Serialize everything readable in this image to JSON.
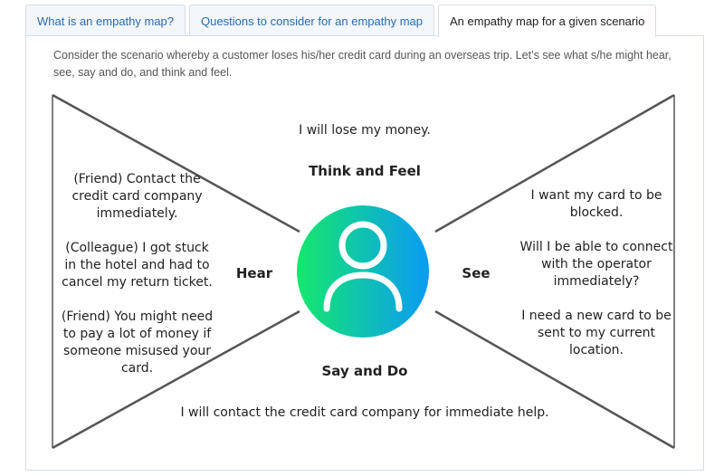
{
  "tabs": [
    {
      "label": "What is an empathy map?"
    },
    {
      "label": "Questions to consider for an empathy map"
    },
    {
      "label": "An empathy map for a given scenario"
    }
  ],
  "intro": "Consider the scenario whereby a customer loses his/her credit card during an overseas trip. Let’s see what s/he might hear, see, say and do, and think and feel.",
  "empathy_map": {
    "think_feel": {
      "heading": "Think and Feel",
      "items": [
        "I will lose my money."
      ]
    },
    "hear": {
      "heading": "Hear",
      "items": [
        "(Friend) Contact the credit card company immediately.",
        "(Colleague) I got stuck in the hotel and had to cancel my return ticket.",
        "(Friend) You might need to pay a lot of money if someone misused your card."
      ]
    },
    "see": {
      "heading": "See",
      "items": [
        "I want my card to be blocked.",
        "Will I be able to connect with the operator immediately?",
        "I need a new card to be sent to my current location."
      ]
    },
    "say_do": {
      "heading": "Say and Do",
      "items": [
        "I will contact the credit card company for immediate help."
      ]
    },
    "center_icon": "person-icon",
    "colors": {
      "gradient_start": "#14e86c",
      "gradient_end": "#0a9bf5",
      "line": "#555555",
      "tab_link": "#2b6cb0"
    }
  }
}
